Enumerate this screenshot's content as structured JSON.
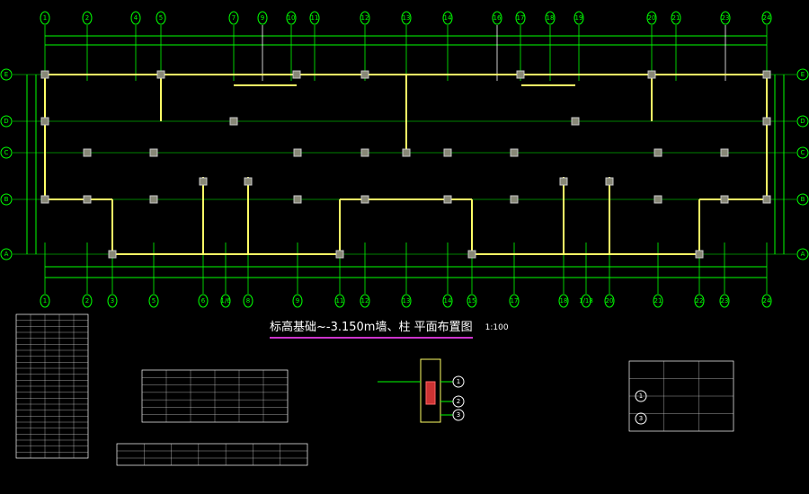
{
  "drawing": {
    "title": "标高基础~-3.150m墙、柱 平面布置图",
    "scale": "1:100"
  },
  "axes": {
    "top": [
      "1",
      "2",
      "4",
      "5",
      "7",
      "9",
      "10",
      "11",
      "12",
      "13",
      "14",
      "16",
      "17",
      "18",
      "19",
      "20",
      "21",
      "23",
      "24"
    ],
    "bottom": [
      "1",
      "2",
      "3",
      "5",
      "6",
      "1/6",
      "8",
      "9",
      "11",
      "12",
      "13",
      "14",
      "15",
      "17",
      "18",
      "1/18",
      "20",
      "21",
      "22",
      "23",
      "24"
    ],
    "rows": [
      "E",
      "D",
      "C",
      "B",
      "A"
    ]
  },
  "detail": {
    "callouts": [
      "1",
      "2",
      "3"
    ]
  },
  "legend_table": {
    "row_markers": [
      "1",
      "3"
    ]
  },
  "colors": {
    "axis": "#00ff00",
    "wall": "#ffff66",
    "column": "#c8c8c8",
    "title_underline": "#cc33cc"
  }
}
